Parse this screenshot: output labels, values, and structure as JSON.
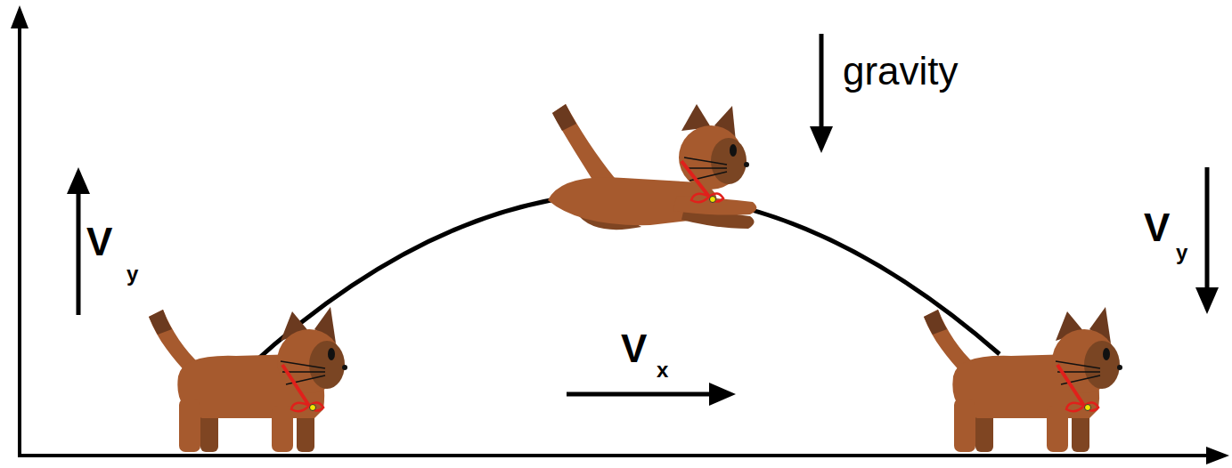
{
  "diagram": {
    "labels": [
      "V",
      "y",
      "gravity",
      "V",
      "x",
      "V",
      "y"
    ]
  }
}
